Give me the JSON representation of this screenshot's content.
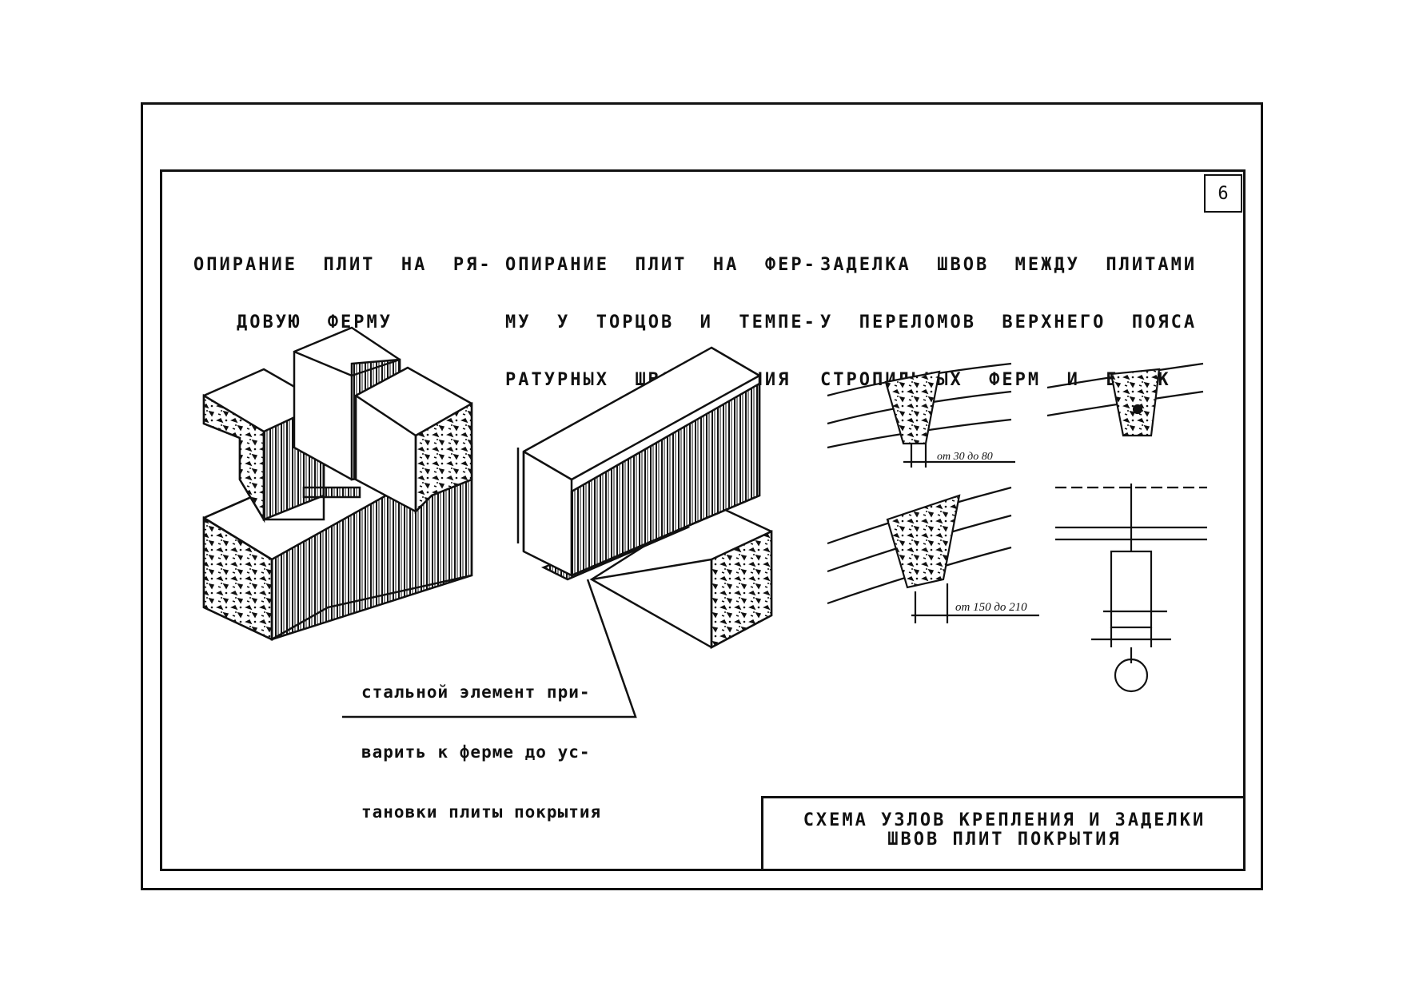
{
  "sheet": {
    "number": "6"
  },
  "captions": {
    "left": {
      "line1": "ОПИРАНИЕ  ПЛИТ  НА  РЯ-",
      "line2": "ДОВУЮ  ФЕРМУ"
    },
    "middle": {
      "line1": "ОПИРАНИЕ  ПЛИТ  НА  ФЕР-",
      "line2": "МУ  У  ТОРЦОВ  И  ТЕМПЕ-",
      "line3": "РАТУРНЫХ  ШВОВ  ЗДАНИЯ"
    },
    "right": {
      "line1": "ЗАДЕЛКА  ШВОВ  МЕЖДУ  ПЛИТАМИ",
      "line2": "У  ПЕРЕЛОМОВ  ВЕРХНЕГО  ПОЯСА",
      "line3": "СТРОПИЛЬНЫХ  ФЕРМ  И  БАЛОК"
    }
  },
  "note": {
    "line1": "стальной элемент при-",
    "line2": "варить к ферме до ус-",
    "line3": "тановки плиты покрытия"
  },
  "dimensions": {
    "seam_small": "от 30 до 80",
    "seam_large": "от 150 до 210"
  },
  "title_block": {
    "line1": "СХЕМА  УЗЛОВ  КРЕПЛЕНИЯ  И  ЗАДЕЛКИ",
    "line2": "ШВОВ  ПЛИТ  ПОКРЫТИЯ"
  },
  "colors": {
    "ink": "#111111",
    "paper": "#ffffff"
  }
}
